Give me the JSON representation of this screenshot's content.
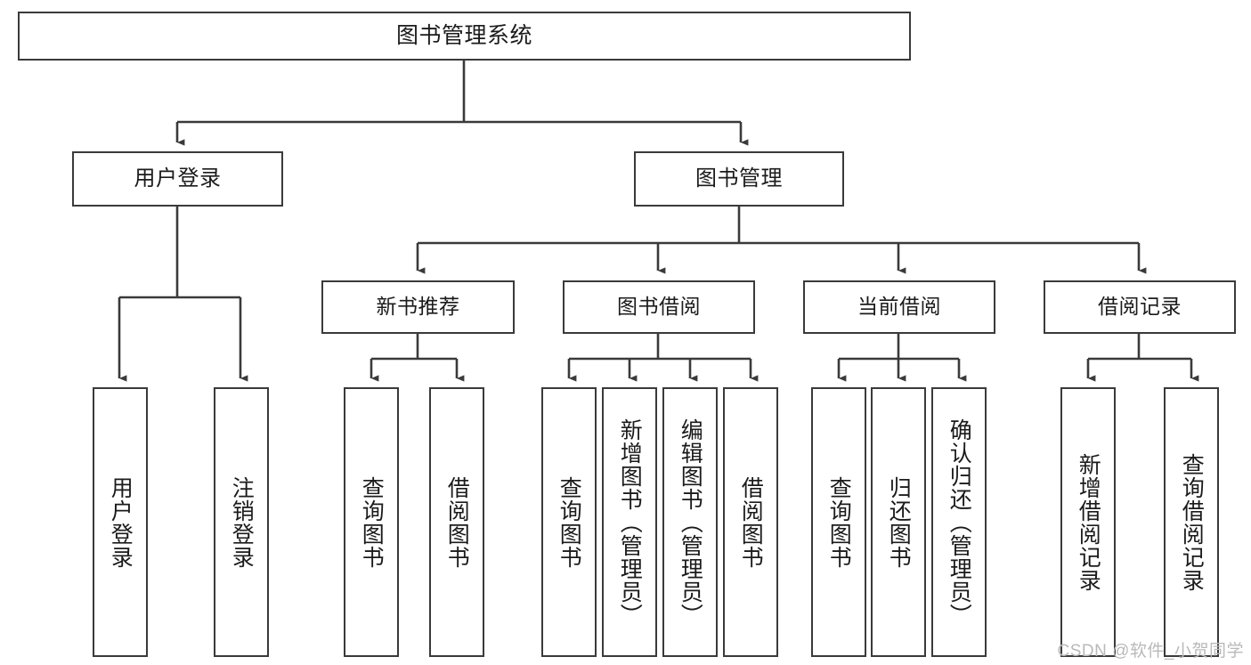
{
  "diagram": {
    "title": "图书管理系统",
    "type": "hierarchy-tree",
    "watermark": "CSDN @软件_小贺同学",
    "colors": {
      "box_border": "#3a3a3a",
      "box_fill": "#ffffff",
      "edge": "#3a3a3a",
      "text": "#1b1b1b",
      "watermark": "#b9b9b9"
    }
  },
  "nodes": {
    "root": {
      "label": "图书管理系统"
    },
    "level1": [
      {
        "id": "user-login",
        "label": "用户登录"
      },
      {
        "id": "book-manage",
        "label": "图书管理"
      }
    ],
    "level2": [
      {
        "id": "new-book-recommend",
        "label": "新书推荐"
      },
      {
        "id": "book-borrow",
        "label": "图书借阅"
      },
      {
        "id": "current-borrow",
        "label": "当前借阅"
      },
      {
        "id": "borrow-record",
        "label": "借阅记录"
      }
    ],
    "leaves": [
      {
        "id": "leaf-user-login",
        "label": "用户登录",
        "parent": "user-login"
      },
      {
        "id": "leaf-logout",
        "label": "注销登录",
        "parent": "user-login"
      },
      {
        "id": "leaf-query-book-1",
        "label": "查询图书",
        "parent": "new-book-recommend"
      },
      {
        "id": "leaf-borrow-book-1",
        "label": "借阅图书",
        "parent": "new-book-recommend"
      },
      {
        "id": "leaf-query-book-2",
        "label": "查询图书",
        "parent": "book-borrow"
      },
      {
        "id": "leaf-add-book",
        "label": "新增图书（管理员）",
        "parent": "book-borrow"
      },
      {
        "id": "leaf-edit-book",
        "label": "编辑图书（管理员）",
        "parent": "book-borrow"
      },
      {
        "id": "leaf-borrow-book-2",
        "label": "借阅图书",
        "parent": "book-borrow"
      },
      {
        "id": "leaf-query-book-3",
        "label": "查询图书",
        "parent": "current-borrow"
      },
      {
        "id": "leaf-return-book",
        "label": "归还图书",
        "parent": "current-borrow"
      },
      {
        "id": "leaf-confirm-return",
        "label": "确认归还（管理员）",
        "parent": "current-borrow"
      },
      {
        "id": "leaf-add-record",
        "label": "新增借阅记录",
        "parent": "borrow-record"
      },
      {
        "id": "leaf-query-record",
        "label": "查询借阅记录",
        "parent": "borrow-record"
      }
    ]
  }
}
